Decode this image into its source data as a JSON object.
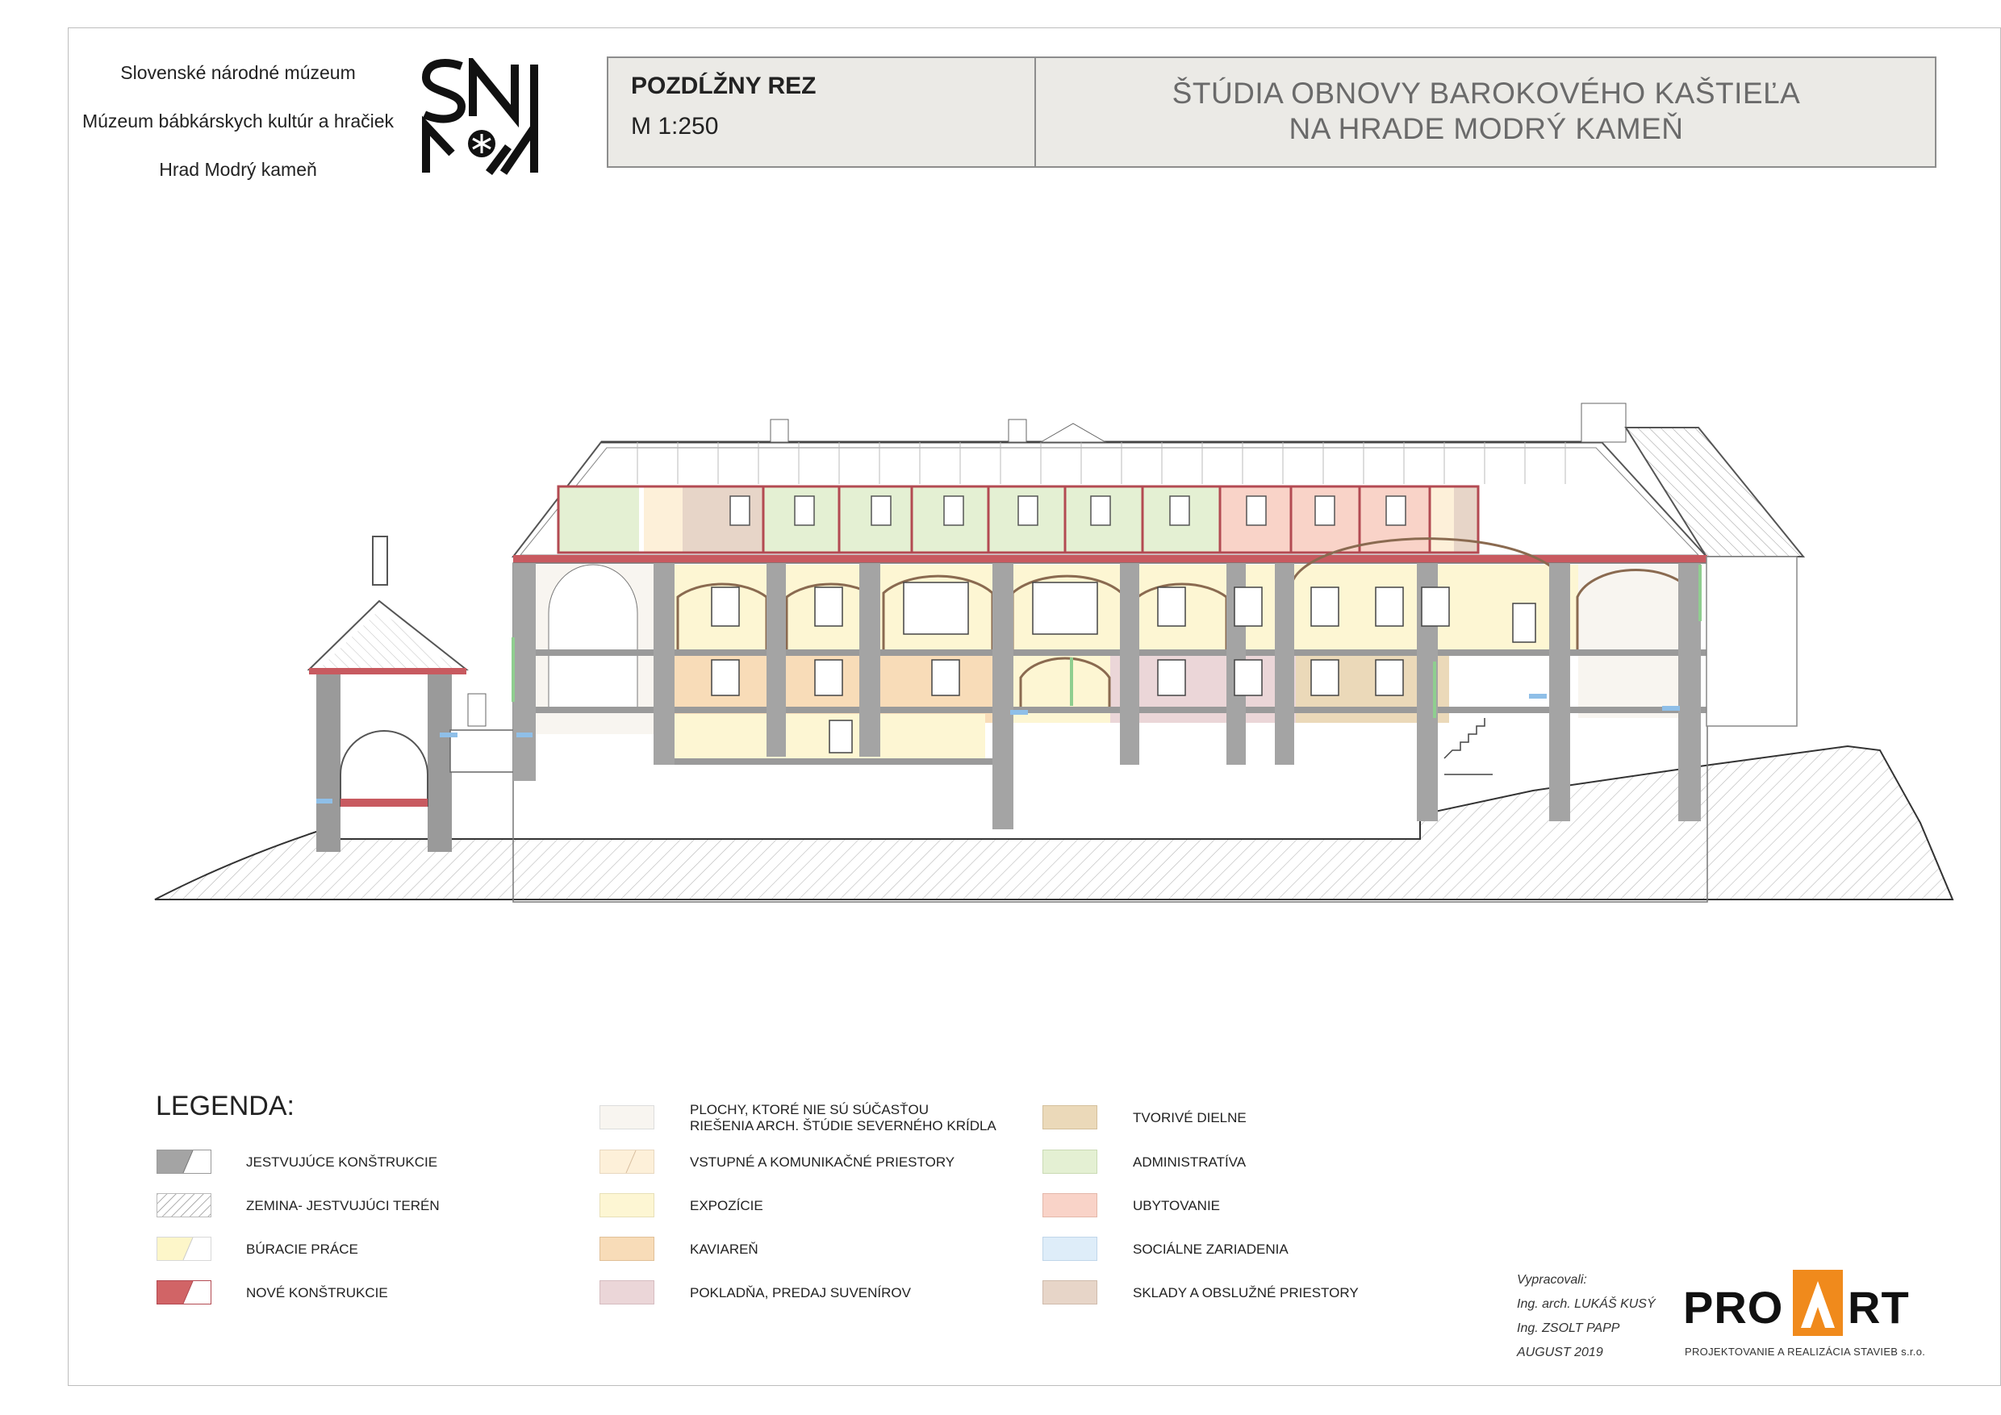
{
  "institution": {
    "line1": "Slovenské národné múzeum",
    "line2": "Múzeum bábkárskych kultúr a hračiek",
    "line3": "Hrad Modrý kameň"
  },
  "title_block": {
    "section_name": "POZDĹŽNY REZ",
    "scale": "M 1:250",
    "project_line1": "ŠTÚDIA OBNOVY  BAROKOVÉHO KAŠTIEĽA",
    "project_line2": "NA HRADE MODRÝ KAMEŇ"
  },
  "legend": {
    "title": "LEGENDA:",
    "col1": [
      {
        "label": "JESTVUJÚCE KONŠTRUKCIE",
        "color": "#a4a4a4",
        "style": "half"
      },
      {
        "label": "ZEMINA- JESTVUJÚCI TERÉN",
        "color": "#9a9a9a",
        "style": "hatch"
      },
      {
        "label": "BÚRACIE PRÁCE",
        "color": "#fdf6c9",
        "style": "half"
      },
      {
        "label": "NOVÉ KONŠTRUKCIE",
        "color": "#d16466",
        "style": "half"
      }
    ],
    "col2": [
      {
        "label": "PLOCHY, KTORÉ NIE SÚ SÚČASŤOU",
        "label2": "RIEŠENIA ARCH. ŠTÚDIE SEVERNÉHO KRÍDLA",
        "color": "#f8f5f0",
        "style": "full"
      },
      {
        "label": "VSTUPNÉ A KOMUNIKAČNÉ PRIESTORY",
        "color": "#fdf0d9",
        "style": "slash"
      },
      {
        "label": "EXPOZÍCIE",
        "color": "#fdf6d3",
        "style": "full"
      },
      {
        "label": "KAVIAREŇ",
        "color": "#f8dcb8",
        "style": "full"
      },
      {
        "label": "POKLADŇA, PREDAJ SUVENÍROV",
        "color": "#ebd6d8",
        "style": "full"
      }
    ],
    "col3": [
      {
        "label": "TVORIVÉ DIELNE",
        "color": "#ebd9b9",
        "style": "full"
      },
      {
        "label": "ADMINISTRATÍVA",
        "color": "#e4f0d3",
        "style": "full"
      },
      {
        "label": "UBYTOVANIE",
        "color": "#f9d3c8",
        "style": "full"
      },
      {
        "label": "SOCIÁLNE ZARIADENIA",
        "color": "#deedf9",
        "style": "full"
      },
      {
        "label": "SKLADY A OBSLUŽNÉ PRIESTORY",
        "color": "#e7d5c8",
        "style": "full"
      }
    ]
  },
  "credits": {
    "heading": "Vypracovali:",
    "author1": "Ing. arch. LUKÁŠ KUSÝ",
    "author2": "Ing. ZSOLT PAPP",
    "date": "AUGUST 2019"
  },
  "company": {
    "name_left": "PRO",
    "name_right": "RT",
    "tagline": "PROJEKTOVANIE A REALIZÁCIA STAVIEB s.r.o.",
    "accent_color": "#f08a1c"
  }
}
